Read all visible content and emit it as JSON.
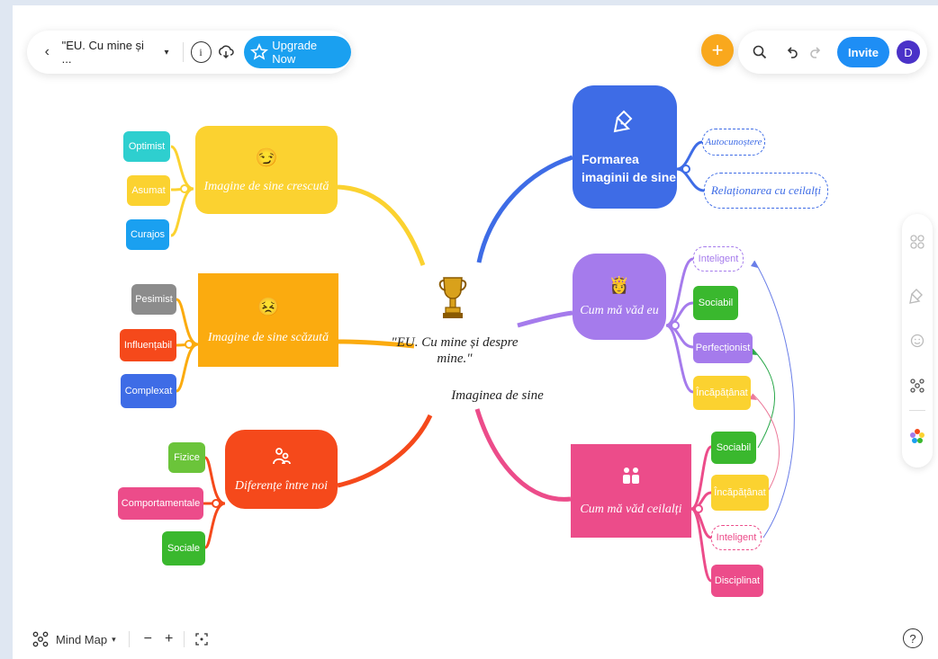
{
  "toolbar_left": {
    "title": "\"EU. Cu mine și ...",
    "upgrade_label": "Upgrade Now"
  },
  "toolbar_right": {
    "invite_label": "Invite",
    "avatar_letter": "D"
  },
  "bottom_bar": {
    "view_label": "Mind Map"
  },
  "central": {
    "title": "\"EU. Cu mine și despre mine.\"",
    "subtitle": "Imaginea de sine"
  },
  "branches": {
    "crescuta": {
      "label": "Imagine de sine crescută",
      "color": "#fbd230",
      "children": [
        "Optimist",
        "Asumat",
        "Curajos"
      ]
    },
    "scazuta": {
      "label": "Imagine de sine scăzută",
      "color": "#fbab0f",
      "children": [
        "Pesimist",
        "Influențabil",
        "Complexat"
      ]
    },
    "diferente": {
      "label": "Diferențe între noi",
      "color": "#f5491b",
      "children": [
        "Fizice",
        "Comportamentale",
        "Sociale"
      ]
    },
    "formarea": {
      "label_line1": "Formarea",
      "label_line2": "imaginii de sine",
      "color": "#3e6ce6",
      "children": [
        "Autocunoștere",
        "Relaționarea cu ceilalți"
      ]
    },
    "cum_eu": {
      "label": "Cum mă văd eu",
      "color": "#a57bec",
      "children": [
        "Inteligent",
        "Sociabil",
        "Perfecționist",
        "Încăpățânat"
      ]
    },
    "cum_ceilalti": {
      "label": "Cum mă văd ceilalți",
      "color": "#ec4c8a",
      "children": [
        "Sociabil",
        "Încăpățânat",
        "Inteligent",
        "Disciplinat"
      ]
    }
  },
  "colors": {
    "accent": "#1aa0f0",
    "orange_add": "#f9a81d",
    "invite": "#1e8ef5",
    "avatar": "#4a32c8"
  }
}
